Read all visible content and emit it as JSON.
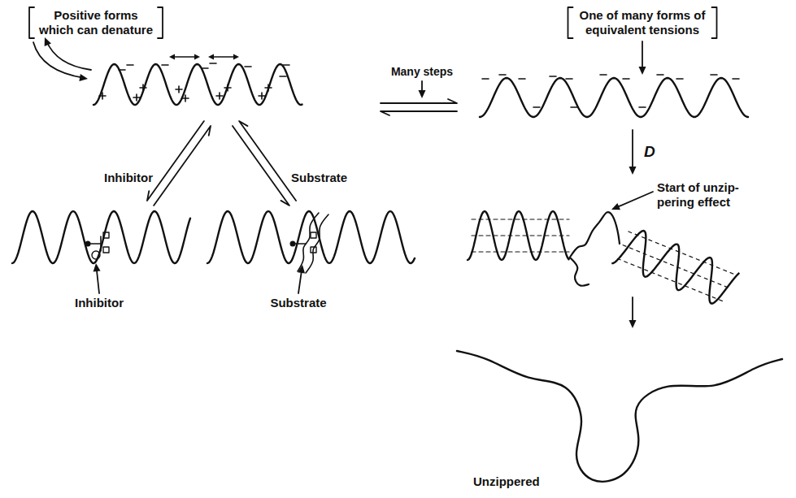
{
  "diagram": {
    "labels": [
      "Positive forms which can denature",
      "One of many forms of equivalent tensions",
      "Many steps",
      "Inhibitor",
      "Substrate",
      "D",
      "Start of unzip- pering effect",
      "Inhibitor",
      "Substrate",
      "Unzippered"
    ]
  }
}
